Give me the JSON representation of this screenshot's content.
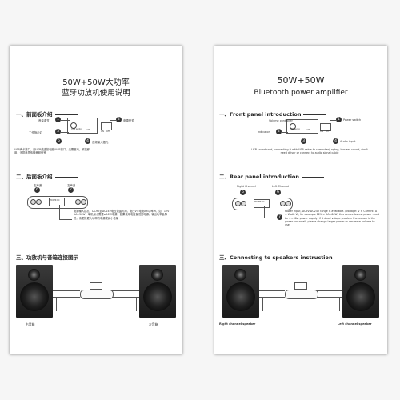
{
  "left": {
    "title_line1": "50W+50W大功率",
    "title_line2": "蓝牙功放机使用说明",
    "sec1": "一、前面板介绍",
    "sec2": "二、后面板介绍",
    "sec3": "三、功放机与音箱连接图示",
    "front_labels": {
      "volume": "音量调节",
      "power": "电源开关",
      "indicator": "工作指示灯",
      "audio_input": "音频输入插孔"
    },
    "front_desc": "USB声卡接口，用USB线连接电脑/USB接口，无需驱动，即插即用，无损音质传输音频信号",
    "rear_labels": {
      "right": "右声道",
      "left": "左声道"
    },
    "rear_desc": "电源输入插孔，DC9V至DC24V电压范围可用，电压V=电流A×功率W，如：12V 1A=50W，单机最小需要≥50W电源，如果使用电压偏低的电源，输出功率会降低，请更换更大功率的电源或减小音量",
    "speaker_labels": {
      "right": "右音箱",
      "left": "左音箱"
    },
    "nums": [
      "1",
      "2",
      "3",
      "4",
      "5",
      "6",
      "7"
    ]
  },
  "right": {
    "title_line1": "50W+50W",
    "title_line2": "Bluetooth power amplifier",
    "sec1": "一、Front panel introduction",
    "sec2": "二、Rear panel introduction",
    "sec3": "三、Connecting to speakers instruction",
    "front_labels": {
      "volume": "Volume controller",
      "power": "Power switch",
      "indicator": "Indicator",
      "audio_input": "Audio input"
    },
    "front_desc": "USB sound card, connecting it with USB cable to computer/Laptop, lossless sound, don't need driver or connect to audio signal cable",
    "rear_labels": {
      "right": "Right Channel",
      "left": "Left Channel"
    },
    "rear_desc": "Power input, DC9V-DC24V range is available. (Voltage: V × Current: A = Watt: W, for example 12V × 5A=60W, this device lowest power must be >=50w power supply, if it dead volage problem the reason is the power too small, please change larger power or decrease volume to use)",
    "speaker_labels": {
      "right": "Right channel speaker",
      "left": "Left channel speaker"
    },
    "nums": [
      "1",
      "2",
      "3",
      "4",
      "5",
      "6",
      "7"
    ]
  },
  "panel_marks": {
    "usb": "USB audio",
    "aux": "AUX",
    "on": "ON",
    "off": "OFF",
    "rear": "POWER DC"
  }
}
